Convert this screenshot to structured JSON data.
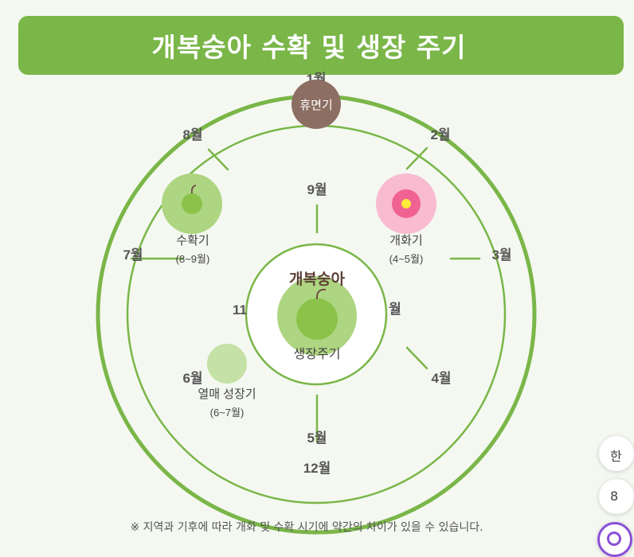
{
  "header": {
    "title": "개복숭아 수확 및 생장 주기"
  },
  "center": {
    "title": "개복숭아",
    "subtitle": "생장주기"
  },
  "months": [
    {
      "label": "1월"
    },
    {
      "label": "2월"
    },
    {
      "label": "3월"
    },
    {
      "label": "4월"
    },
    {
      "label": "5월"
    },
    {
      "label": "6월"
    },
    {
      "label": "7월"
    },
    {
      "label": "8월"
    },
    {
      "label": "9월"
    },
    {
      "label": "11"
    },
    {
      "label": "월"
    },
    {
      "label": "12월"
    }
  ],
  "stages": {
    "dormant": {
      "label": "휴면기"
    },
    "flowering": {
      "label": "개화기",
      "period": "(4~5월)"
    },
    "harvest": {
      "label": "수확기",
      "period": "(8~9월)"
    },
    "fruit": {
      "label": "열매 성장기",
      "period": "(6~7월)"
    }
  },
  "colors": {
    "accent": "#7ab648",
    "dormant": "#8d6e63",
    "flower_outer": "#f8bbd0",
    "flower_inner": "#f06292",
    "flower_center": "#ffeb3b",
    "fruit_light": "#aed581",
    "fruit_mid": "#c5e1a5",
    "fruit_dark": "#8bc34a"
  },
  "footnote": "※ 지역과 기후에 따라 개화 및 수확 시기에 약간의 차이가 있을 수 있습니다.",
  "side_buttons": [
    {
      "glyph": "한"
    },
    {
      "glyph": "8"
    }
  ]
}
